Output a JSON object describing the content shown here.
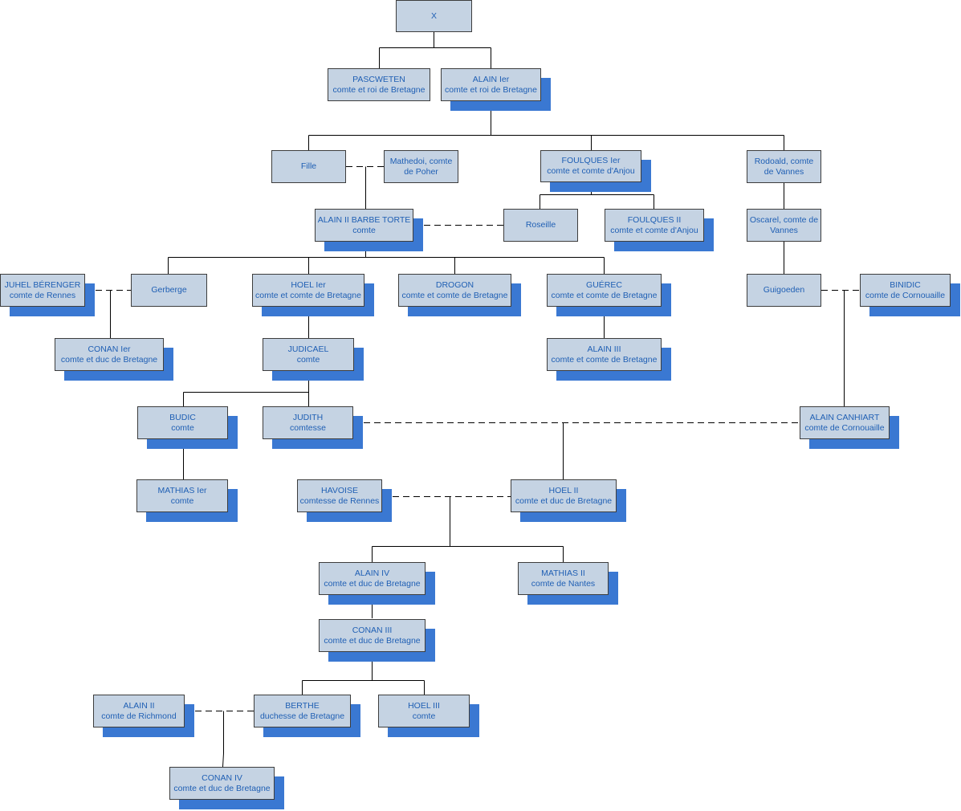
{
  "colors": {
    "box_fill": "#c5d3e3",
    "box_text": "#1f5fb4",
    "shadow": "#3a78d2",
    "line": "#000000"
  },
  "nodes": {
    "x": {
      "line1": "X",
      "line2": ""
    },
    "pascweten": {
      "line1": "PASCWETEN",
      "line2": "comte et roi de Bretagne"
    },
    "alain1": {
      "line1": "ALAIN Ier",
      "line2": "comte et roi de Bretagne"
    },
    "fille": {
      "line1": "Fille",
      "line2": ""
    },
    "mathedoi": {
      "line1": "Mathedoi, comte",
      "line2": "de Poher"
    },
    "foulques1": {
      "line1": "FOULQUES Ier",
      "line2": "comte et comte d'Anjou"
    },
    "rodoald": {
      "line1": "Rodoald, comte",
      "line2": "de Vannes"
    },
    "alain2bt": {
      "line1": "ALAIN II BARBE TORTE",
      "line2": "comte"
    },
    "roseille": {
      "line1": "Roseille",
      "line2": ""
    },
    "foulques2": {
      "line1": "FOULQUES II",
      "line2": "comte et comte d'Anjou"
    },
    "oscarel": {
      "line1": "Oscarel, comte de",
      "line2": "Vannes"
    },
    "juhel": {
      "line1": "JUHEL BÉRENGER",
      "line2": "comte de Rennes"
    },
    "gerberge": {
      "line1": "Gerberge",
      "line2": ""
    },
    "hoel1": {
      "line1": "HOEL Ier",
      "line2": "comte et comte de Bretagne"
    },
    "drogon": {
      "line1": "DROGON",
      "line2": "comte et comte de Bretagne"
    },
    "guerec": {
      "line1": "GUÉREC",
      "line2": "comte et comte de Bretagne"
    },
    "guigoeden": {
      "line1": "Guigoeden",
      "line2": ""
    },
    "binidic": {
      "line1": "BINIDIC",
      "line2": "comte de Cornouaille"
    },
    "conan1": {
      "line1": "CONAN Ier",
      "line2": "comte et duc de Bretagne"
    },
    "judicael": {
      "line1": "JUDICAEL",
      "line2": "comte"
    },
    "alain3": {
      "line1": "ALAIN III",
      "line2": "comte et comte de Bretagne"
    },
    "budic": {
      "line1": "BUDIC",
      "line2": "comte"
    },
    "judith": {
      "line1": "JUDITH",
      "line2": "comtesse"
    },
    "canhiart": {
      "line1": "ALAIN CANHIART",
      "line2": "comte de Cornouaille"
    },
    "mathias1": {
      "line1": "MATHIAS Ier",
      "line2": "comte"
    },
    "havoise": {
      "line1": "HAVOISE",
      "line2": "comtesse de Rennes"
    },
    "hoel2": {
      "line1": "HOEL II",
      "line2": "comte et duc de Bretagne"
    },
    "alain4": {
      "line1": "ALAIN IV",
      "line2": "comte et duc de Bretagne"
    },
    "mathias2": {
      "line1": "MATHIAS II",
      "line2": "comte de Nantes"
    },
    "conan3": {
      "line1": "CONAN III",
      "line2": "comte et duc de Bretagne"
    },
    "alain2r": {
      "line1": "ALAIN II",
      "line2": "comte de Richmond"
    },
    "berthe": {
      "line1": "BERTHE",
      "line2": "duchesse de Bretagne"
    },
    "hoel3": {
      "line1": "HOEL III",
      "line2": "comte"
    },
    "conan4": {
      "line1": "CONAN IV",
      "line2": "comte et duc de Bretagne"
    }
  }
}
